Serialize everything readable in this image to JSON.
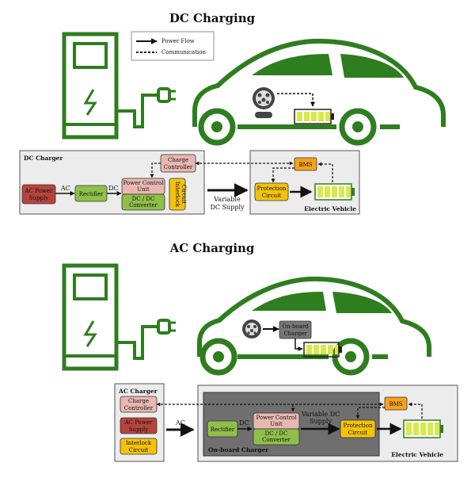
{
  "dc": {
    "title": "DC Charging",
    "legend": {
      "power_flow": "Power Flow",
      "communication": "Communication"
    },
    "charger_label": "DC Charger",
    "vehicle_label": "Electric Vehicle",
    "ac_label": "AC",
    "dc_label": "DC",
    "variable_line1": "Variable",
    "variable_line2": "DC Supply",
    "blocks": {
      "ac_power_supply": [
        "AC Power",
        "Supply"
      ],
      "rectifier": "Rectifier",
      "power_control_unit": [
        "Power Control",
        "Unit"
      ],
      "dc_dc_converter": [
        "DC / DC",
        "Converter"
      ],
      "charge_controller": [
        "Charge",
        "Controller"
      ],
      "interlock_circuit": [
        "Interlock",
        "Circuit"
      ],
      "bms": "BMS",
      "protection_circuit": [
        "Protection",
        "Circuit"
      ]
    }
  },
  "ac": {
    "title": "AC Charging",
    "charger_label": "AC Charger",
    "onboard_label": "On-board Charger",
    "vehicle_label": "Electric Vehicle",
    "ac_label": "AC",
    "dc_label": "DC",
    "variable_line1": "Variable DC",
    "variable_line2": "Supply",
    "car_onboard": [
      "On-board",
      "Charger"
    ],
    "blocks": {
      "charge_controller": [
        "Charge",
        "Controller"
      ],
      "ac_power_supply": [
        "AC Power",
        "Supply"
      ],
      "interlock_circuit": [
        "Interlock",
        "Circuit"
      ],
      "rectifier": "Rectifier",
      "power_control_unit": [
        "Power Control",
        "Unit"
      ],
      "dc_dc_converter": [
        "DC / DC",
        "Converter"
      ],
      "protection_circuit": [
        "Protection",
        "Circuit"
      ],
      "bms": "BMS"
    }
  },
  "colors": {
    "green": "#2e7d1e",
    "red": "#b5443c",
    "olive": "#8fbf4a",
    "pink": "#e9b7b2",
    "orange": "#f7a21b",
    "yellow": "#f4c20d",
    "panel": "#ececec",
    "dark_panel": "#6f6f6f",
    "battery": "#d9e84a"
  }
}
